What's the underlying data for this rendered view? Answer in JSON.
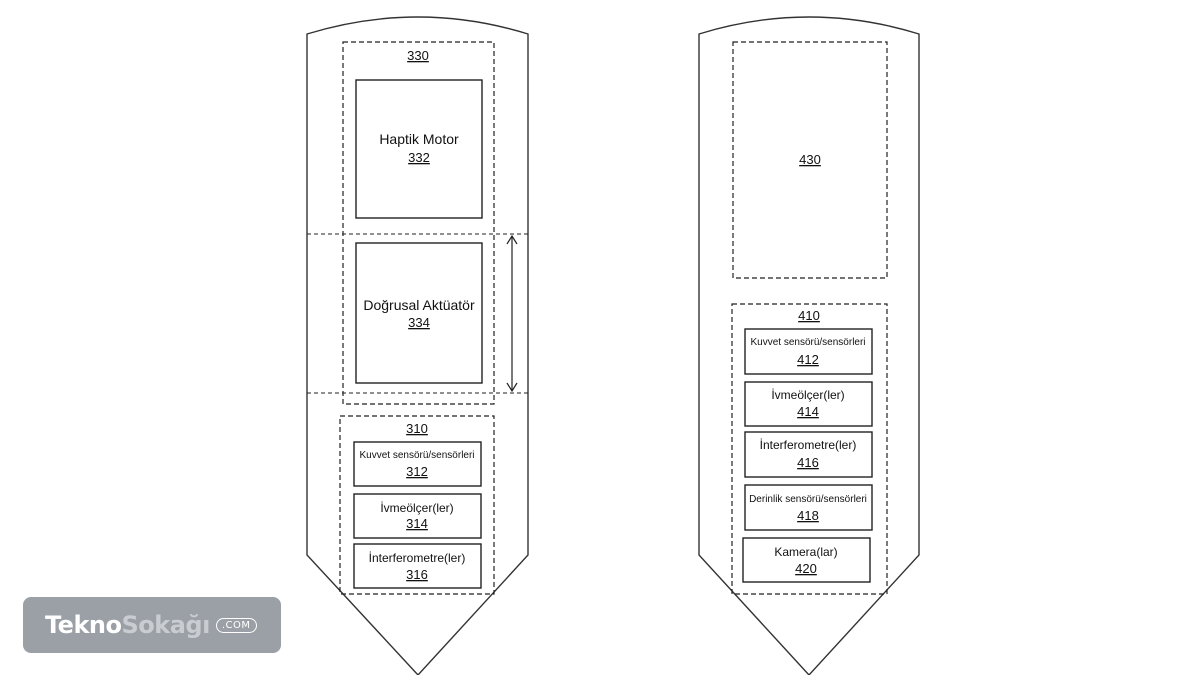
{
  "left_device": {
    "group_330": {
      "ref": "330",
      "haptic_motor": {
        "label": "Haptik Motor",
        "ref": "332"
      },
      "linear_actuator": {
        "label": "Doğrusal Aktüatör",
        "ref": "334"
      }
    },
    "group_310": {
      "ref": "310",
      "force_sensor": {
        "label": "Kuvvet sensörü/sensörleri",
        "ref": "312"
      },
      "accelerometer": {
        "label": "İvmeölçer(ler)",
        "ref": "314"
      },
      "interferometer": {
        "label": "İnterferometre(ler)",
        "ref": "316"
      }
    }
  },
  "right_device": {
    "group_430": {
      "ref": "430"
    },
    "group_410": {
      "ref": "410",
      "force_sensor": {
        "label": "Kuvvet sensörü/sensörleri",
        "ref": "412"
      },
      "accelerometer": {
        "label": "İvmeölçer(ler)",
        "ref": "414"
      },
      "interferometer": {
        "label": "İnterferometre(ler)",
        "ref": "416"
      },
      "depth_sensor": {
        "label": "Derinlik sensörü/sensörleri",
        "ref": "418"
      },
      "camera": {
        "label": "Kamera(lar)",
        "ref": "420"
      }
    }
  },
  "watermark": {
    "part1": "Tekno",
    "part2": "Sokağı",
    "part3": ".COM"
  }
}
